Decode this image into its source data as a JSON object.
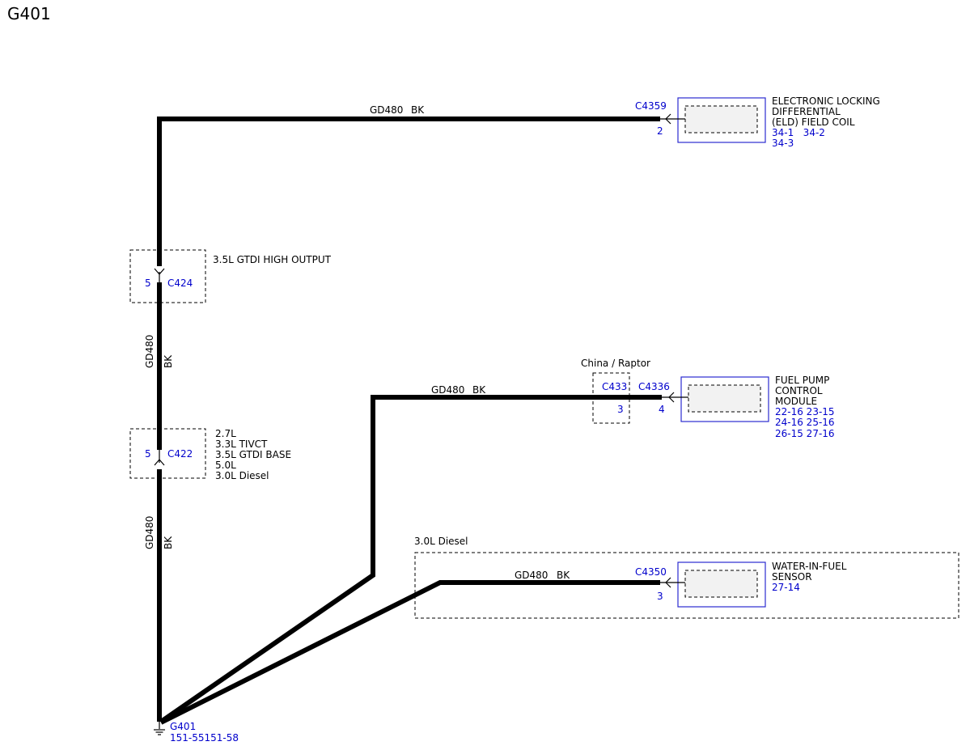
{
  "page_title": "G401",
  "wires": {
    "top": {
      "circuit": "GD480",
      "color": "BK"
    },
    "vertical_upper": {
      "circuit": "GD480",
      "color": "BK"
    },
    "vertical_lower": {
      "circuit": "GD480",
      "color": "BK"
    },
    "fuel_pump": {
      "circuit": "GD480",
      "color": "BK"
    },
    "water_in_fuel": {
      "circuit": "GD480",
      "color": "BK"
    }
  },
  "inline_connectors": {
    "c424": {
      "id": "C424",
      "pin": "5",
      "note": "3.5L GTDI HIGH OUTPUT"
    },
    "c422": {
      "id": "C422",
      "pin": "5",
      "notes": [
        "2.7L",
        "3.3L TIVCT",
        "3.5L GTDI BASE",
        "5.0L",
        "3.0L Diesel"
      ]
    },
    "c433": {
      "id": "C433",
      "pin": "3",
      "note": "China / Raptor"
    }
  },
  "components": {
    "eld": {
      "connector": "C4359",
      "pin": "2",
      "name_lines": [
        "ELECTRONIC LOCKING",
        "DIFFERENTIAL",
        "(ELD) FIELD COIL"
      ],
      "refs": [
        "34-1   34-2",
        "34-3"
      ]
    },
    "fuel_pump": {
      "connector": "C4336",
      "pin": "4",
      "name_lines": [
        "FUEL PUMP",
        "CONTROL",
        "MODULE"
      ],
      "refs": [
        "22-16 23-15",
        "24-16 25-16",
        "26-15 27-16"
      ]
    },
    "water_in_fuel": {
      "connector": "C4350",
      "pin": "3",
      "name_lines": [
        "WATER-IN-FUEL",
        "SENSOR"
      ],
      "refs": [
        "27-14"
      ]
    }
  },
  "diesel_region": {
    "label": "3.0L Diesel"
  },
  "ground": {
    "id": "G401",
    "refs": "151-55151-58"
  },
  "colors": {
    "wire": "#000000",
    "reference_text": "#0000cc",
    "component_border": "#2b2bd0",
    "component_fill": "#f2f2f2"
  }
}
